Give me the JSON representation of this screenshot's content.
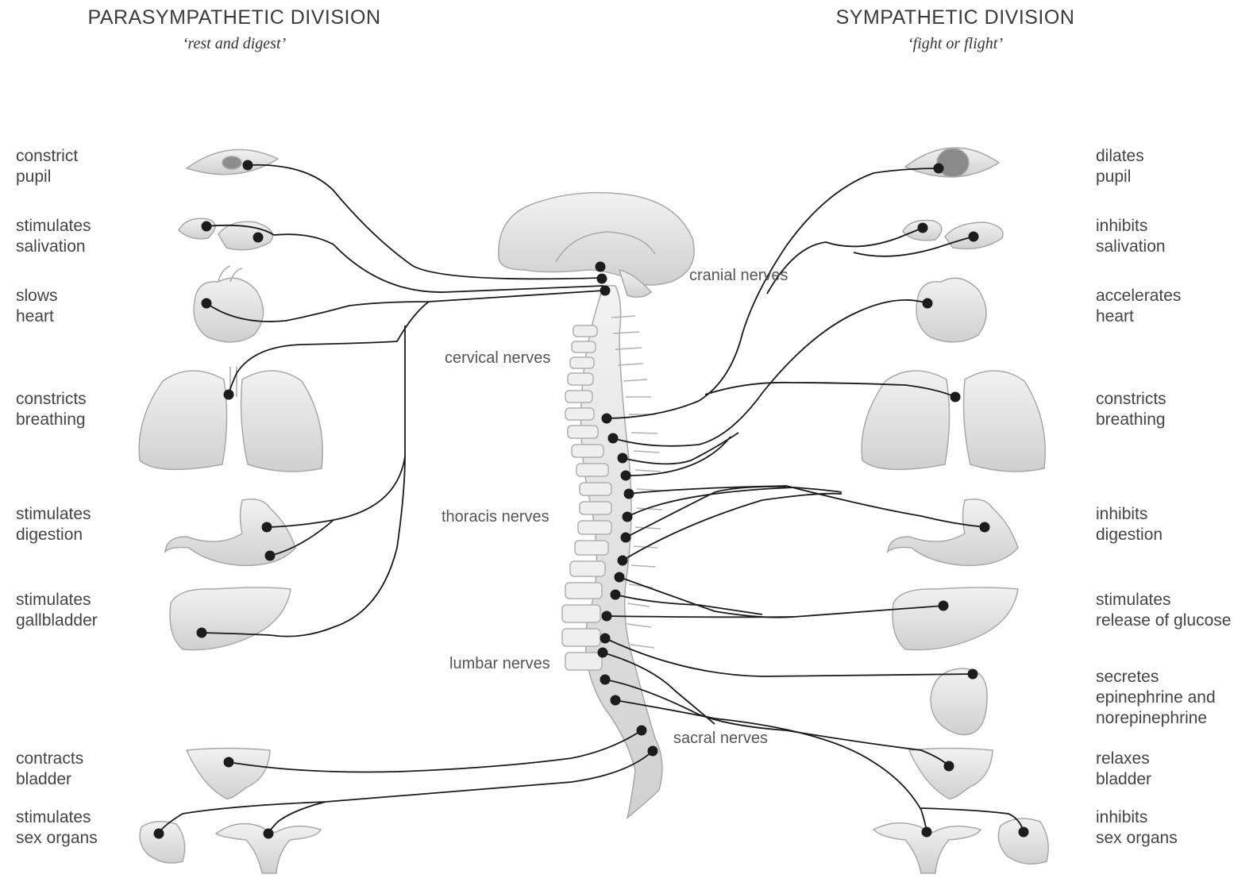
{
  "parasympathetic": {
    "title": "PARASYMPATHETIC DIVISION",
    "subtitle": "‘rest and digest’",
    "labels": [
      "constrict\npupil",
      "stimulates\nsalivation",
      "slows\nheart",
      "constricts\nbreathing",
      "stimulates\ndigestion",
      "stimulates\ngallbladder",
      "contracts\nbladder",
      "stimulates\nsex organs"
    ]
  },
  "sympathetic": {
    "title": "SYMPATHETIC DIVISION",
    "subtitle": "‘fight or flight’",
    "labels": [
      "dilates\npupil",
      "inhibits\nsalivation",
      "accelerates\nheart",
      "constricts\nbreathing",
      "inhibits\ndigestion",
      "stimulates\nrelease of glucose",
      "secretes\nepinephrine and\nnorepinephrine",
      "relaxes\nbladder",
      "inhibits\nsex organs"
    ]
  },
  "nerves": {
    "cranial": "cranial nerves",
    "cervical": "cervical nerves",
    "thoracis": "thoracis nerves",
    "lumbar": "lumbar nerves",
    "sacral": "sacral nerves"
  },
  "colors": {
    "organ_fill": "#e6e6e6",
    "organ_stroke": "#a8a8a8",
    "nerve_line": "#1a1a1a",
    "node": "#1c1c1c"
  }
}
